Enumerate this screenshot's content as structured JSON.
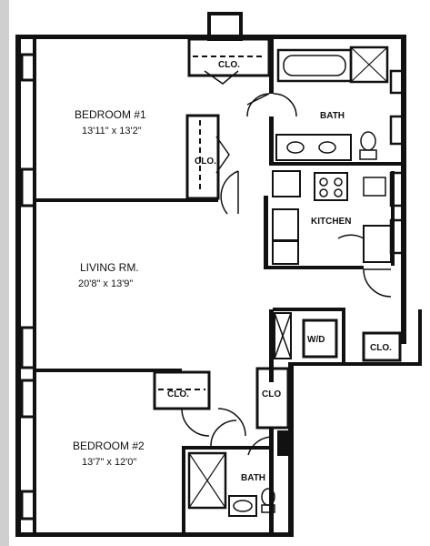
{
  "rooms": {
    "bedroom1": {
      "name": "BEDROOM #1",
      "dims": "13'11\" x 13'2\""
    },
    "living": {
      "name": "LIVING RM.",
      "dims": "20'8\" x 13'9\""
    },
    "bedroom2": {
      "name": "BEDROOM #2",
      "dims": "13'7\" x 12'0\""
    },
    "kitchen": {
      "name": "KITCHEN"
    },
    "bath1": {
      "name": "BATH"
    },
    "bath2": {
      "name": "BATH"
    }
  },
  "closets": {
    "clo_b1_top": "CLO.",
    "clo_b1_side": "CLO.",
    "clo_b2_top": "CLO.",
    "clo_hall": "CLO",
    "clo_entry": "CLO.",
    "wd": "W/D"
  },
  "colors": {
    "wall": "#111111",
    "background": "#ffffff",
    "edge": "#c8c8c8"
  }
}
